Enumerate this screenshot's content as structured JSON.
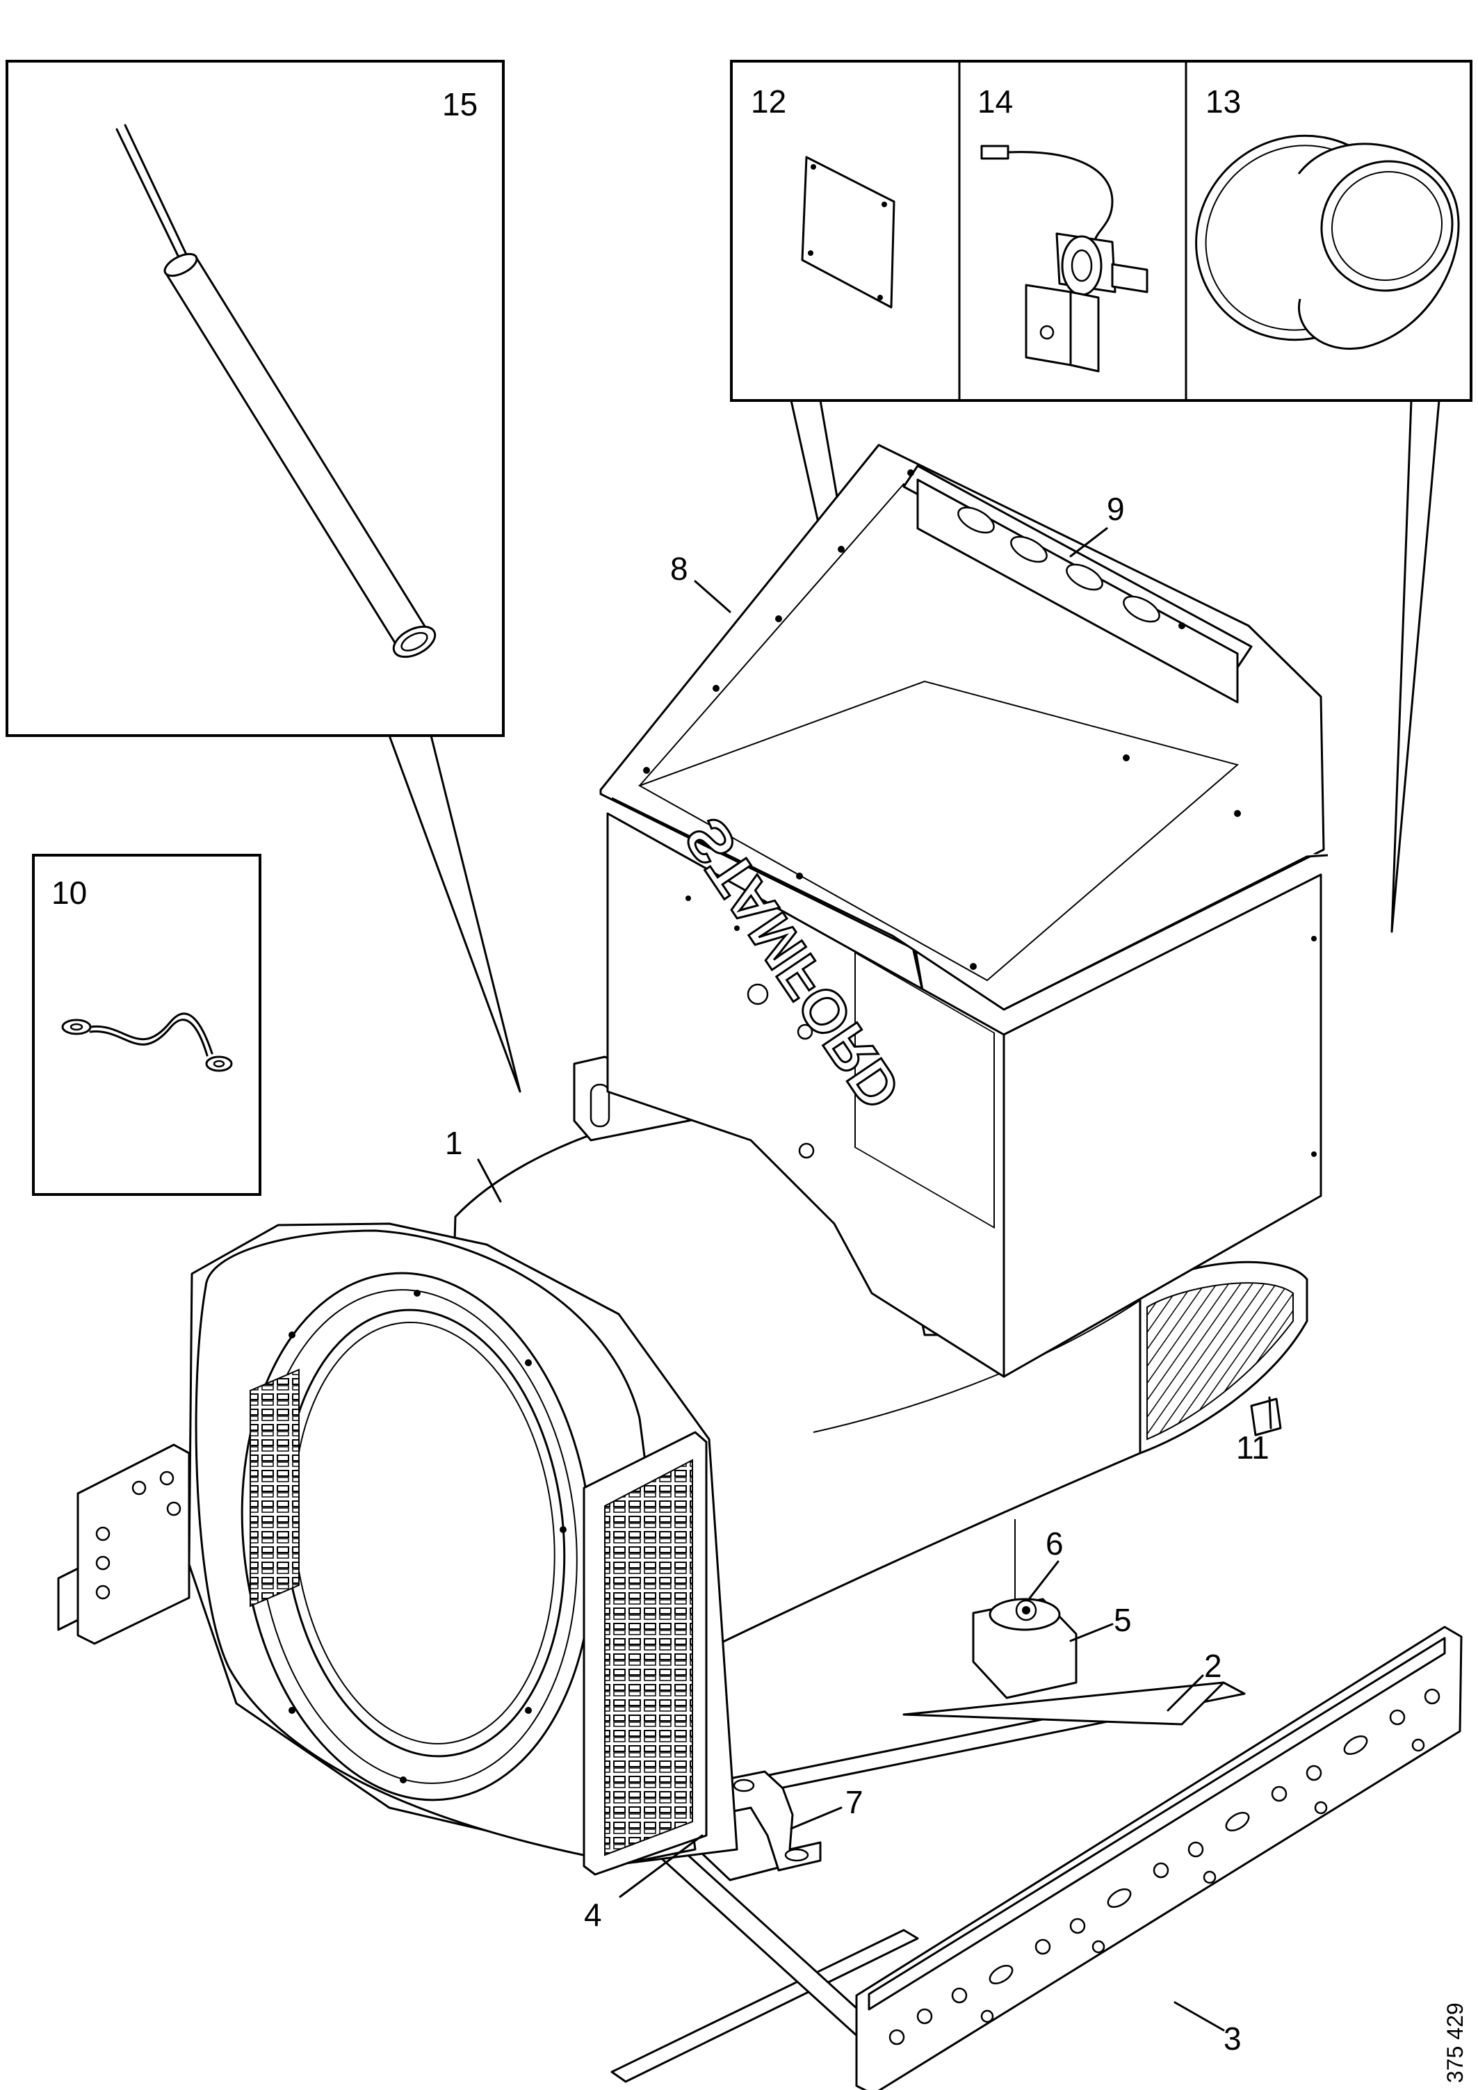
{
  "callouts": {
    "c1": "1",
    "c2": "2",
    "c3": "3",
    "c4": "4",
    "c5": "5",
    "c6": "6",
    "c7": "7",
    "c8": "8",
    "c9": "9",
    "c10": "10",
    "c11": "11",
    "c12": "12",
    "c13": "13",
    "c14": "14",
    "c15": "15"
  },
  "terminal_box_brand": "STAMFORD",
  "drawing_reference": "375 429"
}
